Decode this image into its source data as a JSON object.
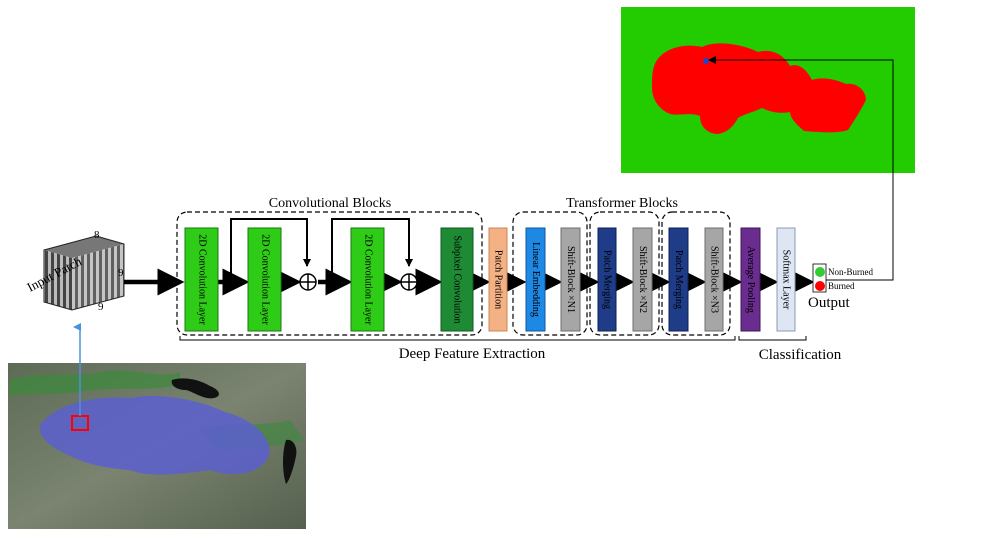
{
  "colors": {
    "conv": "#2ECC17",
    "subpixel": "#1E8A34",
    "patch_partition": "#F4B183",
    "linear_embedding": "#1E88E5",
    "shift_block": "#A6A6A6",
    "patch_merging": "#1F3C88",
    "avg_pooling": "#6A2C8E",
    "softmax": "#DDE6F2",
    "map_bg": "#22CC00",
    "burned": "#FF0000",
    "non_burned": "#33CC33"
  },
  "input_patch": {
    "label": "Input Patch",
    "dim_top": "8",
    "dim_right": "9",
    "dim_bottom": "9"
  },
  "groups": {
    "conv_title": "Convolutional Blocks",
    "transformer_title": "Transformer Blocks",
    "deep_feature": "Deep Feature Extraction",
    "classification": "Classification"
  },
  "blocks": {
    "conv1": "2D Convolution Layer",
    "conv2": "2D Convolution Layer",
    "conv3": "2D Convolution Layer",
    "subpixel": "Subpixel Convolution",
    "patch_partition": "Patch Partition",
    "linear_embedding": "Linear Embedding",
    "shift1": "Shift-Block ×N1",
    "patch_merging1": "Patch Merging",
    "shift2": "Shift-Block ×N2",
    "patch_merging2": "Patch Merging",
    "shift3": "Shift-Block ×N3",
    "avg_pooling": "Average Pooling",
    "softmax": "Softmax Layer"
  },
  "output": {
    "title": "Output",
    "legend": [
      "Non-Burned",
      "Burned"
    ]
  }
}
